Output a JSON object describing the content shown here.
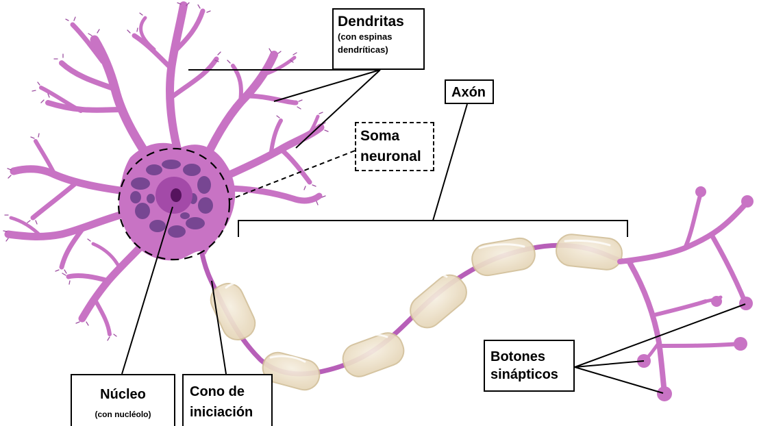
{
  "labels": {
    "dendritas": {
      "title": "Dendritas",
      "detail": "(con espinas dendríticas)"
    },
    "axon": {
      "title": "Axón"
    },
    "soma": {
      "line1": "Soma",
      "line2": "neuronal"
    },
    "nucleo": {
      "title": "Núcleo",
      "detail": "(con nucléolo)"
    },
    "cono": {
      "line1": "Cono de",
      "line2": "iniciación"
    },
    "botones": {
      "line1": "Botones",
      "line2": "sinápticos"
    }
  },
  "colors": {
    "membrane": "#c873c4",
    "membrane_edge": "#9c4fa0",
    "soma_fill": "#c873c4",
    "nucleus_fill": "#a34aa8",
    "nucleolus_fill": "#56135e",
    "chromatin": "#6a3f8a",
    "myelin_fill": "#e9dcc4",
    "myelin_edge": "#d2bf9a",
    "leader": "#000000"
  }
}
